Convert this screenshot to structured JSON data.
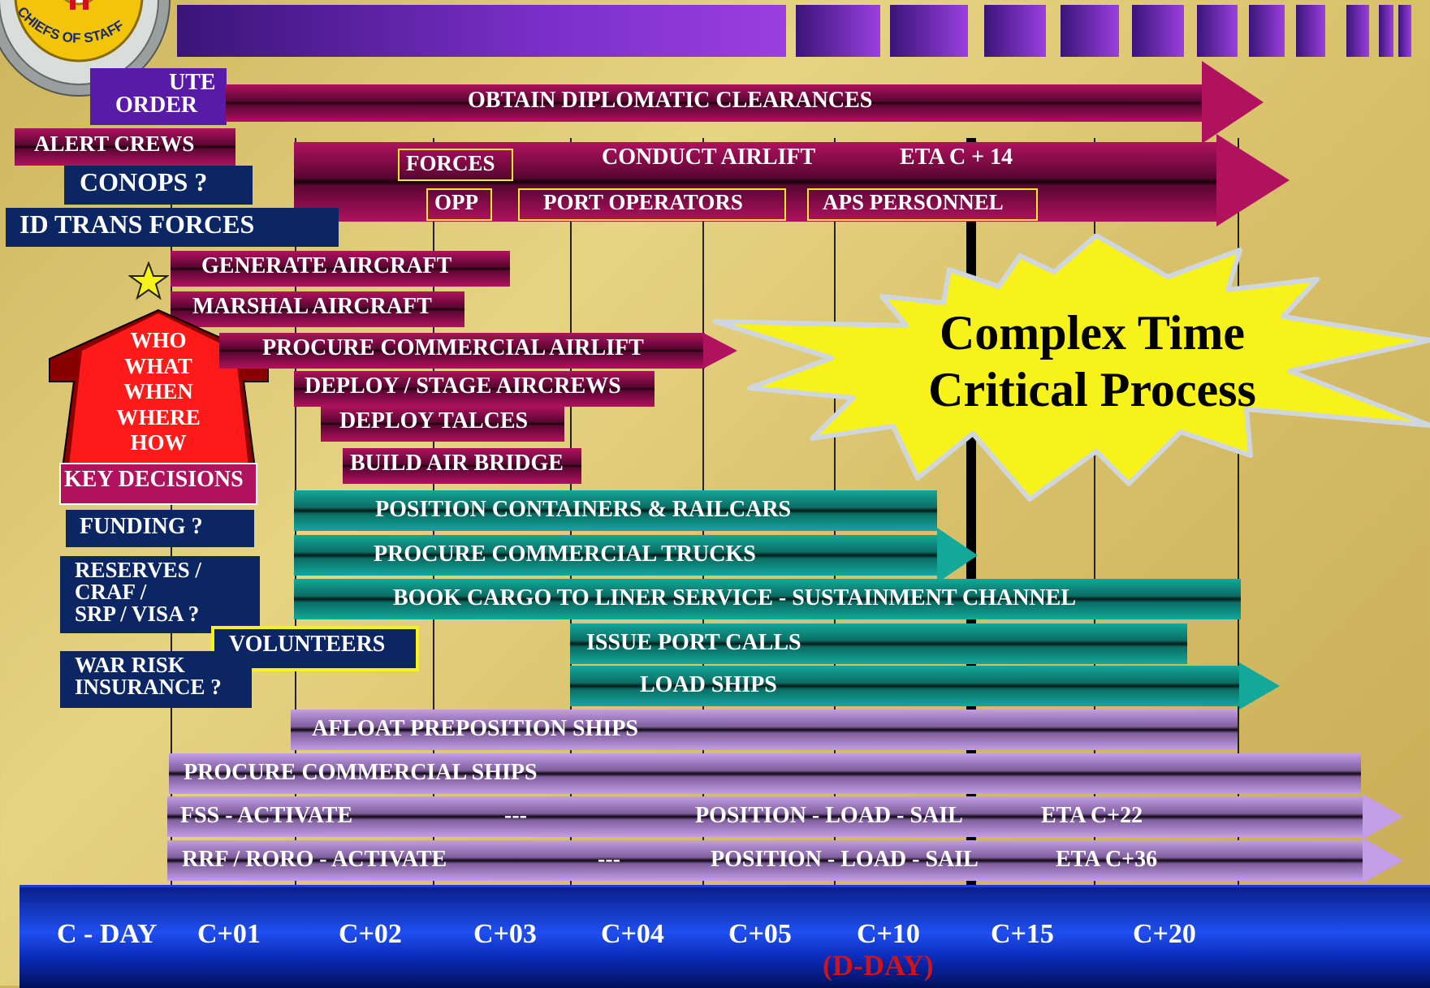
{
  "seal": {
    "text": "CHIEFS OF STAFF"
  },
  "execute_order": {
    "line1": "UTE",
    "line2": "ORDER"
  },
  "left_boxes": {
    "alert_crews": "ALERT  CREWS",
    "conops": "CONOPS ?",
    "id_trans_forces": "ID  TRANS FORCES",
    "key_decisions": "KEY DECISIONS",
    "funding": "FUNDING ?",
    "reserves": [
      "RESERVES /",
      "CRAF /",
      "SRP / VISA ?"
    ],
    "volunteers": "VOLUNTEERS",
    "war_risk": [
      "WAR  RISK",
      "INSURANCE ?"
    ]
  },
  "house": {
    "lines": [
      "WHO",
      "WHAT",
      "WHEN",
      "WHERE",
      "HOW"
    ]
  },
  "bars": {
    "diplomatic": "OBTAIN  DIPLOMATIC  CLEARANCES",
    "airlift": {
      "forces": "FORCES",
      "conduct": "CONDUCT AIRLIFT",
      "eta": "ETA C + 14",
      "opp": "OPP",
      "port_operators": "PORT OPERATORS",
      "aps": "APS PERSONNEL"
    },
    "generate_aircraft": "GENERATE  AIRCRAFT",
    "marshal_aircraft": "MARSHAL  AIRCRAFT",
    "procure_airlift": "PROCURE COMMERCIAL AIRLIFT",
    "deploy_aircrews": "DEPLOY / STAGE  AIRCREWS",
    "deploy_talces": "DEPLOY  TALCES",
    "air_bridge": "BUILD AIR BRIDGE",
    "containers": "POSITION  CONTAINERS  &  RAILCARS",
    "trucks": "PROCURE COMMERCIAL TRUCKS",
    "liner": "BOOK CARGO TO LINER SERVICE - SUSTAINMENT CHANNEL",
    "port_calls": "ISSUE PORT CALLS",
    "load_ships": "LOAD SHIPS",
    "afloat": "AFLOAT  PREPOSITION  SHIPS",
    "commercial_ships": "PROCURE COMMERCIAL SHIPS",
    "fss": {
      "a": "FSS  -   ACTIVATE",
      "b": "---",
      "c": "POSITION  -  LOAD -  SAIL",
      "d": "ETA   C+22"
    },
    "rrf": {
      "a": "RRF / RORO -   ACTIVATE",
      "b": "---",
      "c": "POSITION  -  LOAD -  SAIL",
      "d": "ETA   C+36"
    }
  },
  "burst": {
    "line1": "Complex Time",
    "line2": "Critical Process"
  },
  "timeline": {
    "labels": [
      "C - DAY",
      "C+01",
      "C+02",
      "C+03",
      "C+04",
      "C+05",
      "C+10",
      "C+15",
      "C+20"
    ],
    "dday": "(D-DAY)"
  },
  "colors": {
    "magenta": "#b0125e",
    "teal": "#14a89a",
    "lavender": "#c49ee6",
    "navy": "#0c2663",
    "yellow": "#f7f21a",
    "red": "#ff1a1a",
    "timeline_blue": "#1a3fd6",
    "dday_red": "#d0121b"
  }
}
